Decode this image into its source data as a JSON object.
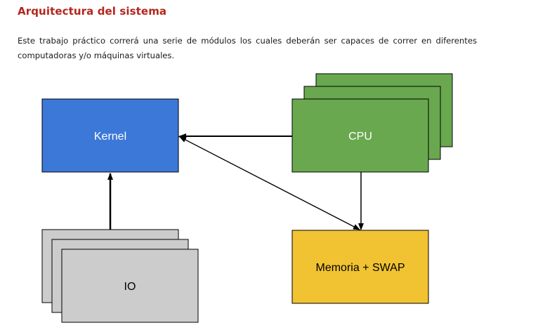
{
  "document": {
    "heading": "Arquitectura del sistema",
    "paragraph": "Este trabajo práctico correrá una serie de módulos los cuales deberán ser capaces de correr en diferentes computadoras y/o máquinas virtuales."
  },
  "diagram": {
    "nodes": {
      "kernel": {
        "label": "Kernel",
        "color": "#3c78d8",
        "text_color": "#ffffff"
      },
      "cpu": {
        "label": "CPU",
        "color": "#6aa84f",
        "text_color": "#ffffff"
      },
      "memory": {
        "label": "Memoria + SWAP",
        "color": "#f1c232",
        "text_color": "#000000"
      },
      "io": {
        "label": "IO",
        "color": "#cccccc",
        "text_color": "#000000"
      }
    }
  }
}
